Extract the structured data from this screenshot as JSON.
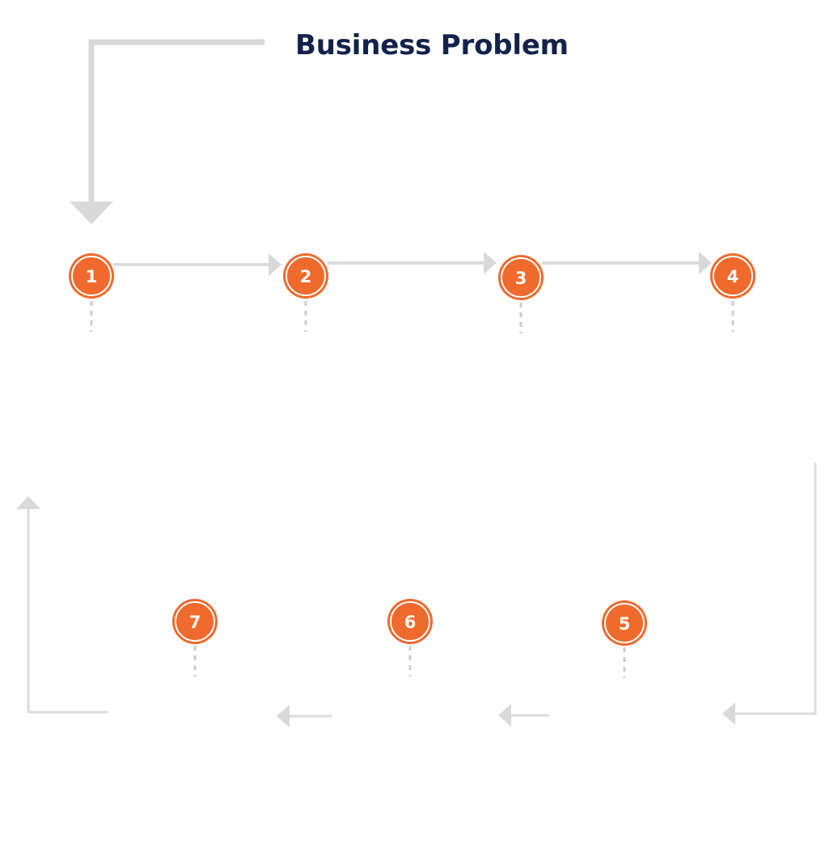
{
  "title": "Business Problem",
  "colors": {
    "title": "#13224a",
    "marker_fill": "#ef6a2c",
    "marker_ring": "#ffffff",
    "connector": "#d9d9d9",
    "dotted_stem": "#cccccc"
  },
  "steps": [
    {
      "number": "1"
    },
    {
      "number": "2"
    },
    {
      "number": "3"
    },
    {
      "number": "4"
    },
    {
      "number": "5"
    },
    {
      "number": "6"
    },
    {
      "number": "7"
    }
  ]
}
